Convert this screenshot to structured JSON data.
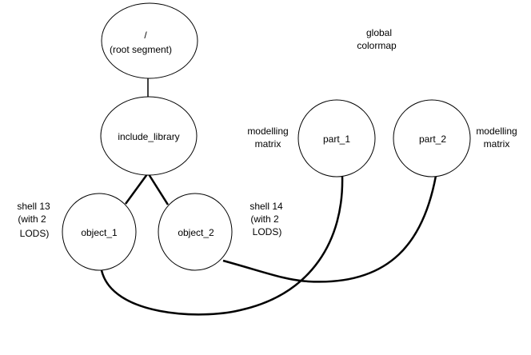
{
  "diagram": {
    "title": "",
    "nodes": [
      {
        "id": "root",
        "lines": [
          "/",
          "(root segment)"
        ]
      },
      {
        "id": "include_library",
        "lines": [
          "include_library"
        ]
      },
      {
        "id": "object_1",
        "lines": [
          "object_1"
        ]
      },
      {
        "id": "object_2",
        "lines": [
          "object_2"
        ]
      },
      {
        "id": "part_1",
        "lines": [
          "part_1"
        ]
      },
      {
        "id": "part_2",
        "lines": [
          "part_2"
        ]
      }
    ],
    "edges": [
      {
        "from": "root",
        "to": "include_library"
      },
      {
        "from": "include_library",
        "to": "object_1"
      },
      {
        "from": "include_library",
        "to": "object_2"
      },
      {
        "from": "part_1",
        "to": "object_1"
      },
      {
        "from": "part_2",
        "to": "object_2"
      }
    ],
    "notes": [
      {
        "id": "global-colormap",
        "lines": [
          "global",
          "colormap"
        ]
      },
      {
        "id": "part1-modelling-matrix",
        "lines": [
          "modelling",
          "matrix"
        ]
      },
      {
        "id": "part2-modelling-matrix",
        "lines": [
          "modelling",
          "matrix"
        ]
      },
      {
        "id": "shell-13",
        "lines": [
          "shell 13",
          "(with 2",
          "LODS)"
        ]
      },
      {
        "id": "shell-14",
        "lines": [
          "shell 14",
          "(with 2",
          "LODS)"
        ]
      }
    ]
  }
}
